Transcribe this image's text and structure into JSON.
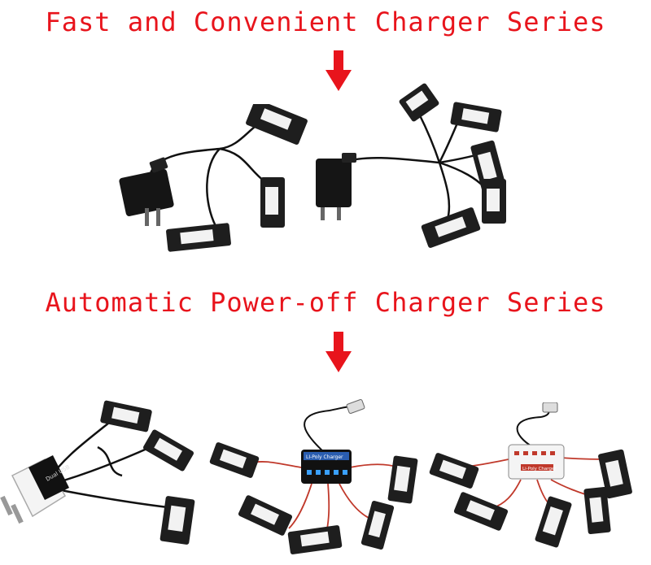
{
  "titles": {
    "top": "Fast and Convenient Charger Series",
    "bottom": "Automatic Power-off Charger Series"
  },
  "colors": {
    "title": "#e8141c",
    "arrow": "#e8141c",
    "cable": "#111111",
    "battery": "#1e1e1e",
    "label": "#f2f2f2",
    "wire_red": "#c0392b"
  },
  "icons": {
    "arrow": "arrow-down-icon"
  },
  "hub_label": "LI-Poly Charger",
  "hub_label_2": "Li-Poly Charger",
  "adapter_label": "Dual USB"
}
